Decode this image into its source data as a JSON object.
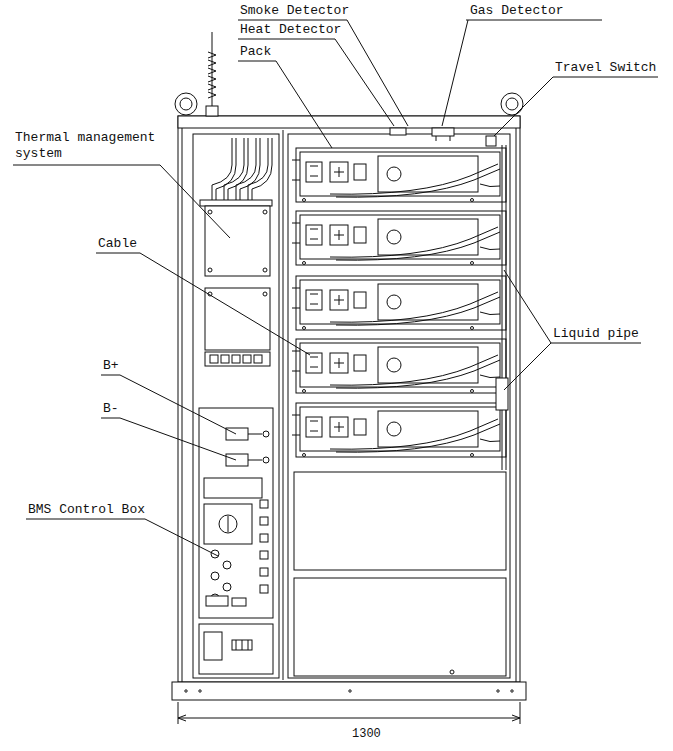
{
  "diagram": {
    "labels": [
      "Smoke Detector",
      "Heat Detector",
      "Gas Detector",
      "Pack",
      "Travel Switch",
      "Thermal management system",
      "Cable",
      "Liquid pipe",
      "B+",
      "B-",
      "BMS Control Box",
      "1300"
    ]
  }
}
